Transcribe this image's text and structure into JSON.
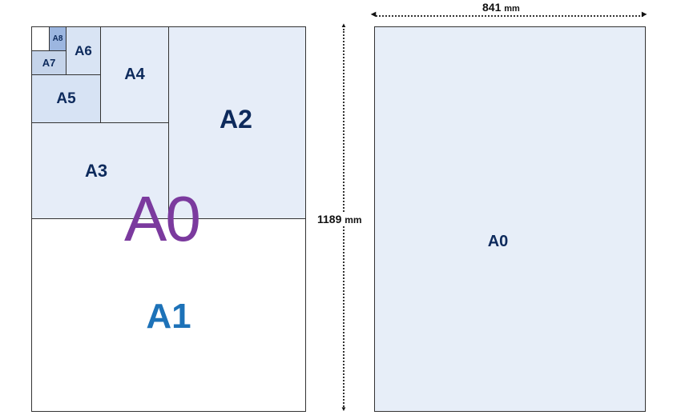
{
  "sheets": {
    "a0_big": "A0",
    "a1": "A1",
    "a2": "A2",
    "a3": "A3",
    "a4": "A4",
    "a5": "A5",
    "a6": "A6",
    "a7": "A7",
    "a8": "A8",
    "a0_right": "A0"
  },
  "dimensions": {
    "width_value": "841",
    "width_unit": "mm",
    "height_value": "1189",
    "height_unit": "mm"
  },
  "colors": {
    "a0_label": "#7b3a9e",
    "a1_label": "#1d72b8",
    "text": "#0d2a5c"
  }
}
